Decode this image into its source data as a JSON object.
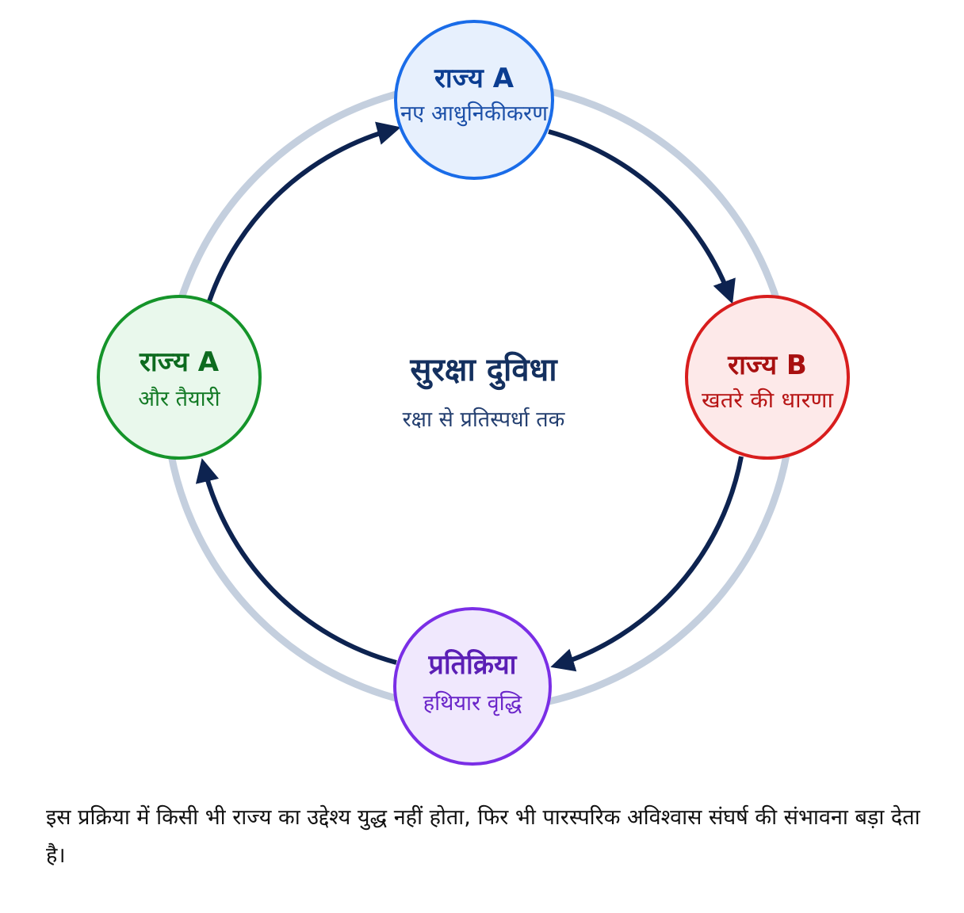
{
  "center": {
    "title": "सुरक्षा दुविधा",
    "subtitle": "रक्षा से प्रतिस्पर्धा तक"
  },
  "nodes": {
    "top": {
      "title": "राज्य A",
      "subtitle": "नए आधुनिकीकरण",
      "stroke": "#1a6ce8",
      "fill": "#e7f0fd",
      "title_color": "#0b3d91",
      "sub_color": "#1b4fa8"
    },
    "right": {
      "title": "राज्य B",
      "subtitle": "खतरे की धारणा",
      "stroke": "#d81d1d",
      "fill": "#fde9e9",
      "title_color": "#a81010",
      "sub_color": "#b71515"
    },
    "bottom": {
      "title": "प्रतिक्रिया",
      "subtitle": "हथियार वृद्धि",
      "stroke": "#7a2ee6",
      "fill": "#f0e8fd",
      "title_color": "#5b1fb5",
      "sub_color": "#6a25c9"
    },
    "left": {
      "title": "राज्य A",
      "subtitle": "और तैयारी",
      "stroke": "#15942a",
      "fill": "#e9f8ec",
      "title_color": "#0d6b1f",
      "sub_color": "#137a25"
    }
  },
  "colors": {
    "outer_ring": "#c4cfde",
    "arrows": "#0d2350"
  },
  "caption": "इस प्रक्रिया में किसी भी राज्य का उद्देश्य युद्ध नहीं होता, फिर भी पारस्परिक अविश्वास संघर्ष की संभावना बड़ा देता है।"
}
